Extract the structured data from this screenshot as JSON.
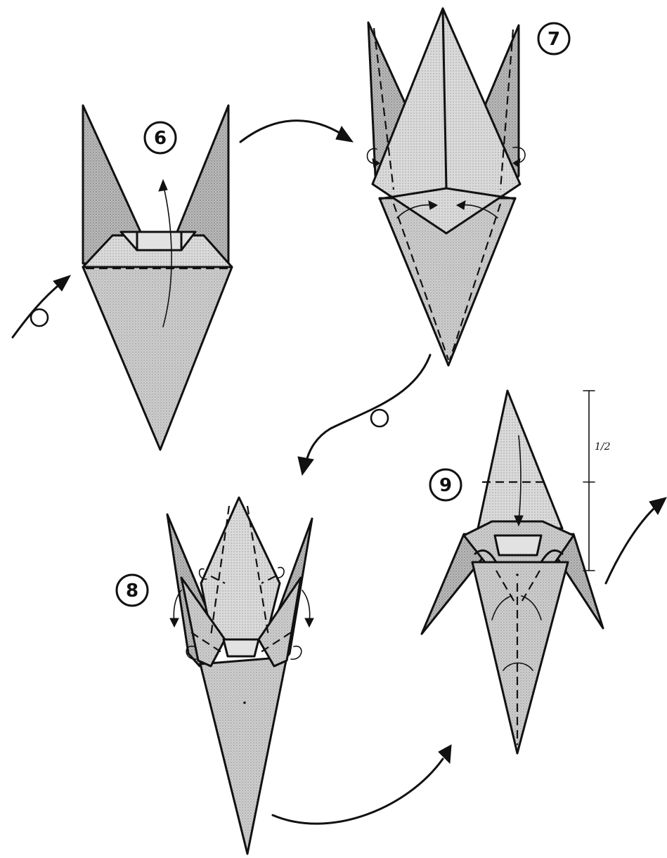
{
  "steps": [
    {
      "id": "step-6",
      "number": "6"
    },
    {
      "id": "step-7",
      "number": "7"
    },
    {
      "id": "step-8",
      "number": "8"
    },
    {
      "id": "step-9",
      "number": "9"
    }
  ],
  "measure": {
    "label": "1/2"
  },
  "icons": [
    "turn-over-icon",
    "flow-arrow-icon",
    "fold-arrow-icon",
    "valley-fold-line",
    "measure-bracket-icon"
  ],
  "colors": {
    "paper_fill": "#c6c6c6",
    "line": "#111111",
    "background": "#ffffff"
  }
}
